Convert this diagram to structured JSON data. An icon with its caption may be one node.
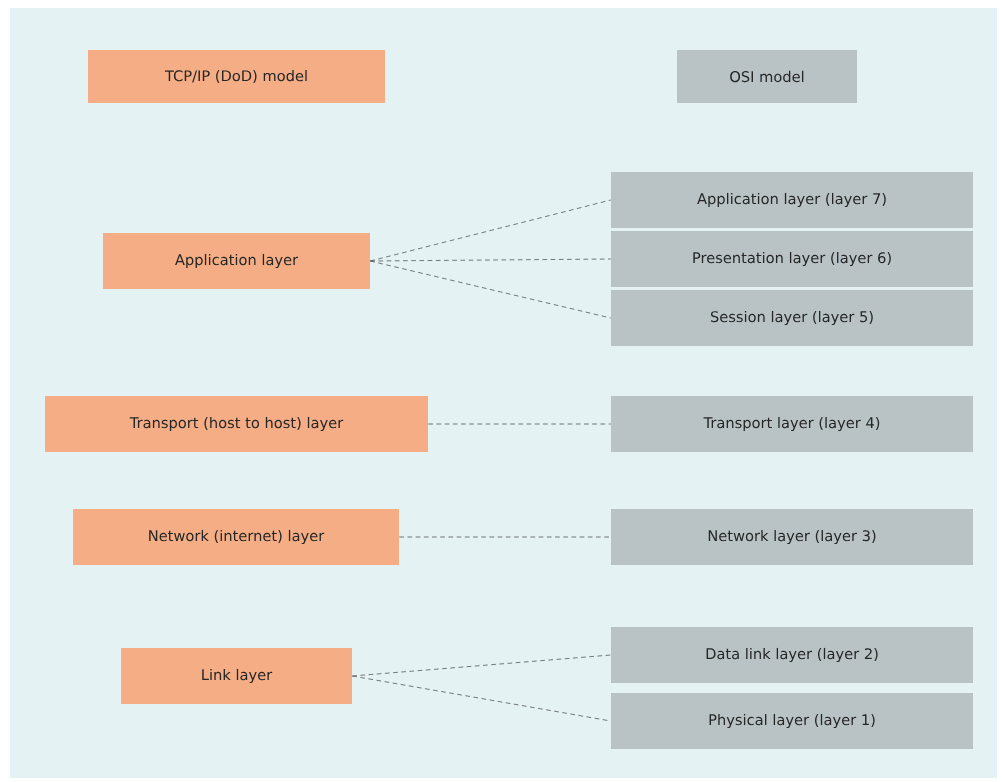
{
  "diagram": {
    "nodes": [
      {
        "text": [
          "TCP/IP (DoD) model"
        ]
      },
      {
        "text": [
          "OSI model"
        ]
      },
      {
        "text": [
          "Application layer"
        ]
      },
      {
        "text": [
          "Application layer (layer 7)"
        ]
      },
      {
        "text": [
          "Presentation layer (layer 6)"
        ]
      },
      {
        "text": [
          "Session layer (layer 5)"
        ]
      },
      {
        "text": [
          "Transport (host to host) layer"
        ]
      },
      {
        "text": [
          "Transport layer (layer 4)"
        ]
      },
      {
        "text": [
          "Network (internet) layer"
        ]
      },
      {
        "text": [
          "Network layer (layer 3)"
        ]
      },
      {
        "text": [
          "Link layer"
        ]
      },
      {
        "text": [
          "Data link layer (layer 2)"
        ]
      },
      {
        "text": [
          "Physical layer (layer 1)"
        ]
      }
    ],
    "edges": [
      {
        "from": 2,
        "to": 3,
        "arrow": "none"
      },
      {
        "from": 2,
        "to": 4,
        "arrow": "none"
      },
      {
        "from": 2,
        "to": 5,
        "arrow": "none"
      },
      {
        "from": 6,
        "to": 7,
        "arrow": "none"
      },
      {
        "from": 8,
        "to": 9,
        "arrow": "none"
      },
      {
        "from": 10,
        "to": 11,
        "arrow": "none"
      },
      {
        "from": 10,
        "to": 12,
        "arrow": "none"
      }
    ]
  }
}
